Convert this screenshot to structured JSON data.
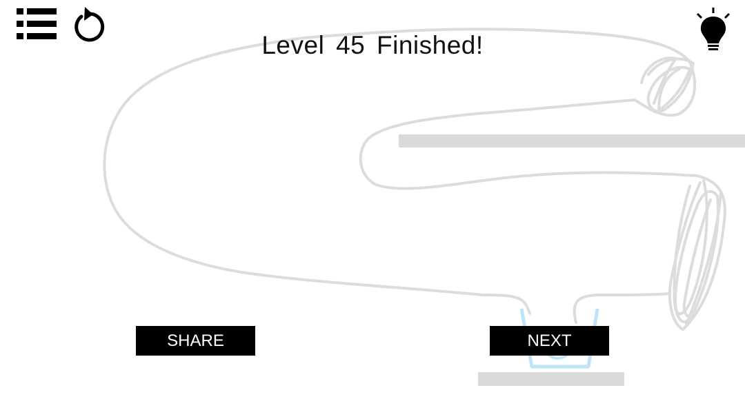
{
  "toolbar": {
    "menu_icon": "list-icon",
    "restart_icon": "restart-icon",
    "hint_icon": "lightbulb-icon"
  },
  "status": {
    "title": "Level  45  Finished!"
  },
  "actions": {
    "share_label": "SHARE",
    "next_label": "NEXT"
  },
  "colors": {
    "platform": "#d9d9d9",
    "stroke": "#dcdcdc",
    "cup": "#bfe4f7",
    "button_bg": "#000000",
    "button_text": "#ffffff",
    "icon": "#000000"
  }
}
